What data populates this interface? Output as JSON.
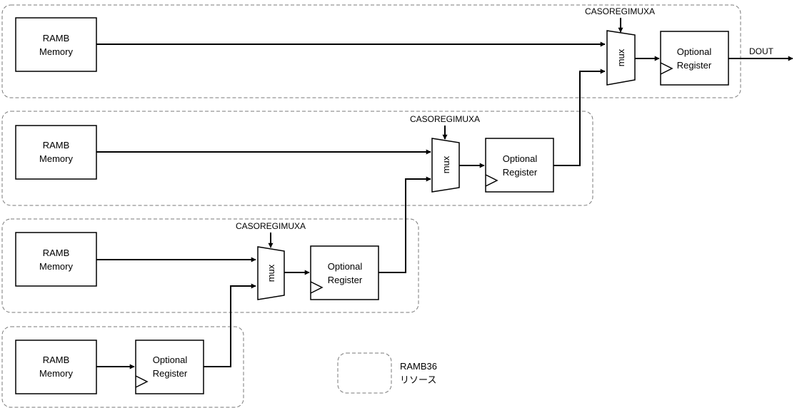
{
  "ramb_memory": {
    "line1": "RAMB",
    "line2": "Memory"
  },
  "optional_register": {
    "line1": "Optional",
    "line2": "Register"
  },
  "mux": {
    "label": "mux",
    "select_label": "CASOREGIMUXA"
  },
  "output": {
    "label": "DOUT"
  },
  "legend": {
    "line1": "RAMB36",
    "line2": "リソース"
  }
}
